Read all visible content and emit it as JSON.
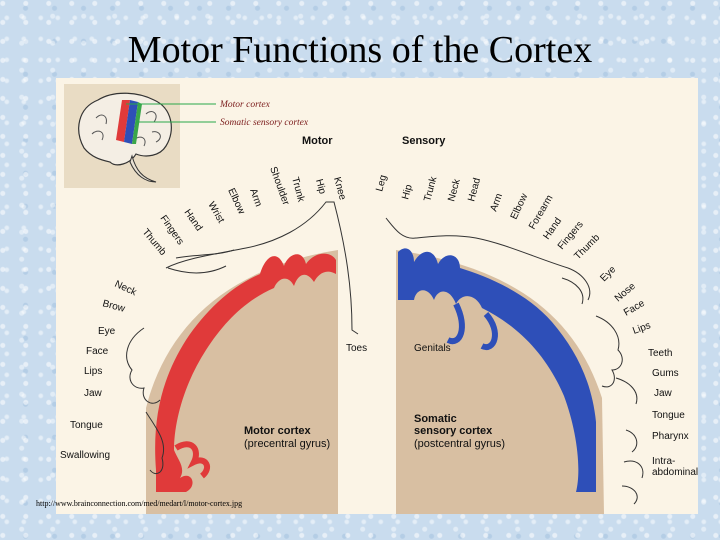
{
  "title": "Motor Functions of the Cortex",
  "source": "http://www.brainconnection.com/med/medart/l/motor-cortex.jpg",
  "colors": {
    "motor": "#e03a3a",
    "sensory": "#2e4fb8",
    "gray_matter": "#d4b99a",
    "background": "#fbf4e6"
  },
  "inset": {
    "motor_label": "Motor cortex",
    "sensory_label": "Somatic sensory cortex"
  },
  "headers": {
    "motor": "Motor",
    "sensory": "Sensory"
  },
  "motor_parts": [
    "Knee",
    "Hip",
    "Trunk",
    "Shoulder",
    "Arm",
    "Elbow",
    "Wrist",
    "Hand",
    "Fingers",
    "Thumb",
    "Neck",
    "Brow",
    "Eye",
    "Face",
    "Lips",
    "Jaw",
    "Tongue",
    "Swallowing",
    "Toes"
  ],
  "sensory_parts": [
    "Leg",
    "Hip",
    "Trunk",
    "Neck",
    "Head",
    "Arm",
    "Elbow",
    "Forearm",
    "Hand",
    "Fingers",
    "Thumb",
    "Eye",
    "Nose",
    "Face",
    "Lips",
    "Teeth",
    "Gums",
    "Jaw",
    "Tongue",
    "Pharynx",
    "Intra-",
    "abdominal",
    "Genitals"
  ],
  "captions": {
    "motor_title": "Motor cortex",
    "motor_sub": "(precentral gyrus)",
    "sensory_title_1": "Somatic",
    "sensory_title_2": "sensory cortex",
    "sensory_sub": "(postcentral gyrus)"
  }
}
